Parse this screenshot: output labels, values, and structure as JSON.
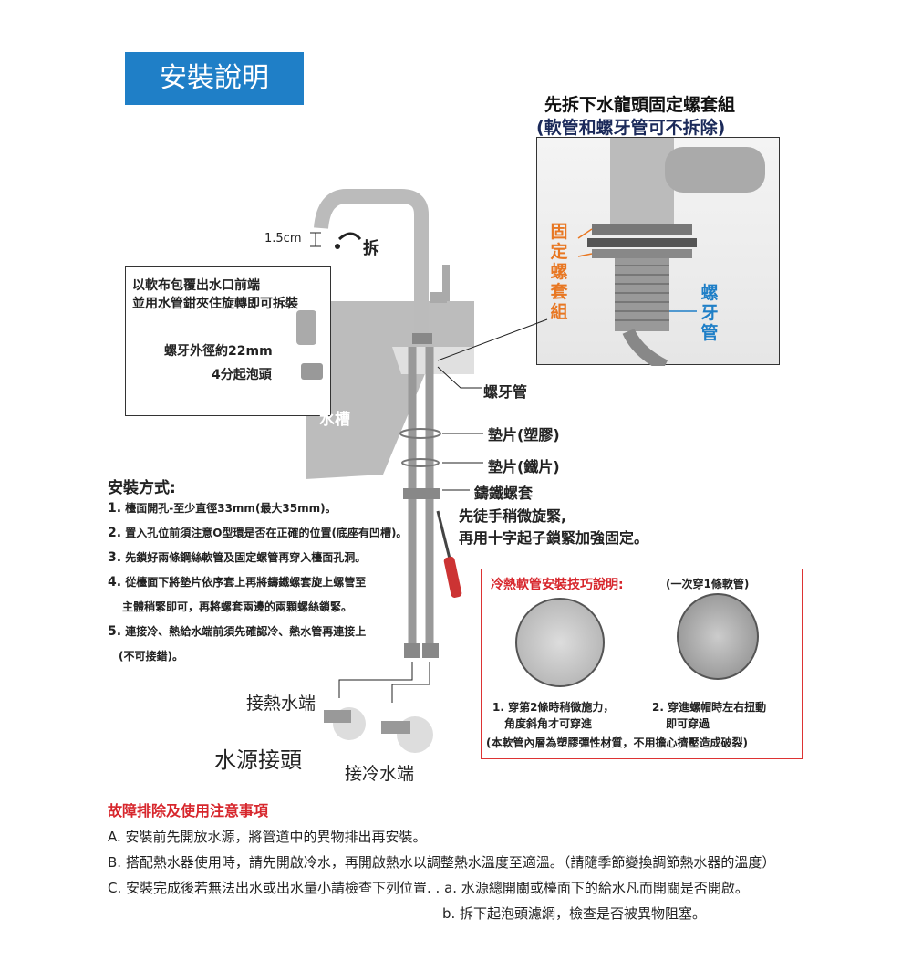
{
  "title": "安裝說明",
  "inset": {
    "title1": "先拆下水龍頭固定螺套組",
    "title2": "(軟管和螺牙管可不拆除)",
    "label_nut": "固定螺套組",
    "label_pipe": "螺牙管",
    "colors": {
      "nut": "#e87722",
      "pipe": "#1f7fc7"
    }
  },
  "callout": {
    "line1": "以軟布包覆出水口前端",
    "line2": "並用水管鉗夾住旋轉即可拆裝",
    "thread": "螺牙外徑約22mm",
    "aerator": "4分起泡頭"
  },
  "faucet": {
    "dimension": "1.5cm",
    "remove": "拆",
    "sink": "水槽",
    "thread_pipe": "螺牙管",
    "washer_plastic": "墊片(塑膠)",
    "washer_iron": "墊片(鐵片)",
    "nut": "鑄鐵螺套",
    "tip1": "先徒手稍微旋緊,",
    "tip2": "再用十字起子鎖緊加強固定。",
    "hot": "接熱水端",
    "source": "水源接頭",
    "cold": "接冷水端"
  },
  "method": {
    "title": "安裝方式:",
    "steps": [
      {
        "n": "1.",
        "t": "檯面開孔-至少直徑33mm(最大35mm)。"
      },
      {
        "n": "2.",
        "t": "置入孔位前須注意O型環是否在正確的位置(底座有凹槽)。"
      },
      {
        "n": "3.",
        "t": "先鎖好兩條鋼絲軟管及固定螺管再穿入檯面孔洞。"
      },
      {
        "n": "4.",
        "t": "從檯面下將墊片依序套上再將鑄鐵螺套旋上螺管至"
      },
      {
        "n": "",
        "t": "主體稍緊即可，再將螺套兩邊的兩顆螺絲鎖緊。"
      },
      {
        "n": "5.",
        "t": "連接冷、熱給水端前須先確認冷、熱水管再連接上"
      },
      {
        "n": "",
        "t": "(不可接錯)。"
      }
    ]
  },
  "tips": {
    "title": "冷熱軟管安裝技巧說明:",
    "subtitle": "(一次穿1條軟管)",
    "tip1a": "1. 穿第2條時稍微施力，",
    "tip1b": "角度斜角才可穿進",
    "tip2a": "2. 穿進螺帽時左右扭動",
    "tip2b": "即可穿過",
    "note": "(本軟管內層為塑膠彈性材質，不用擔心擠壓造成破裂)"
  },
  "trouble": {
    "title": "故障排除及使用注意事項",
    "a": "A. 安裝前先開放水源，將管道中的異物排出再安裝。",
    "b": "B. 搭配熱水器使用時，請先開啟冷水，再開啟熱水以調整熱水溫度至適溫。（請隨季節變換調節熱水器的溫度）",
    "c": "C. 安裝完成後若無法出水或出水量小請檢查下列位置. . a. 水源總開關或檯面下的給水凡而開關是否開啟。",
    "c2": "b. 拆下起泡頭濾網，檢查是否被異物阻塞。"
  },
  "colors": {
    "blue": "#1f7fc7",
    "red": "#d7262c"
  }
}
